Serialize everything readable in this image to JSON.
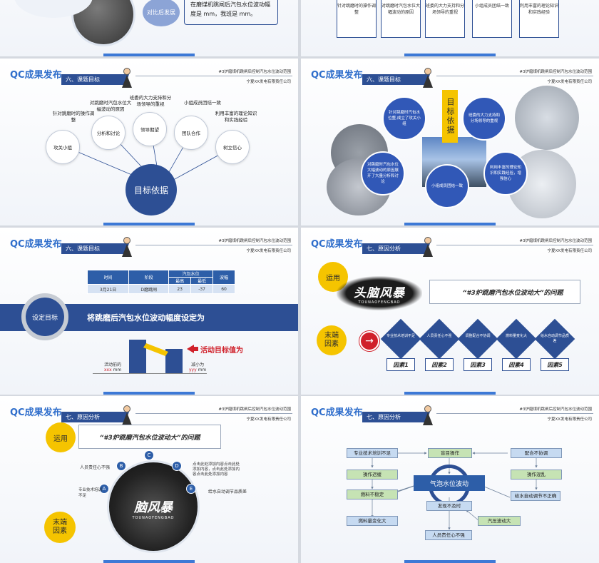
{
  "common": {
    "qc_title": "QC成果发布",
    "header_line1": "#3炉磨煤机跳闸后控制汽包水位波动范围",
    "header_line2": "宁夏XX发电有限责任公司"
  },
  "slide0": {
    "pill": "对比后发展",
    "text": "在磨煤机跳闸后汽包水位波动幅度是 mm，我班是 mm。"
  },
  "slide1": {
    "cards": [
      "针对跳磨时的操作调整",
      "对跳磨时汽包水位大幅波动的原因",
      "班委的大力支持和分场领导的重视",
      "小组成员团结一致",
      "利用丰富的理论知识和实践经验"
    ]
  },
  "slide2": {
    "section": "六、课题目标",
    "center": "目标依据",
    "labels": [
      "针对跳磨时的操作调整",
      "对跳磨时汽包水位大幅波动的原因",
      "班委的大力支持和分场领导的重视",
      "小组成员团结一致",
      "利用丰富的理论知识和实践经验"
    ],
    "nodes": [
      "攻关小组",
      "分析和讨论",
      "领导期望",
      "团队合作",
      "树立信心"
    ]
  },
  "slide3": {
    "section": "六、课题目标",
    "center": "目标依据",
    "circles": [
      "针对跳磨时汽包水位整,成立了攻关小组",
      "班委的大力支持和分场领导的重视",
      "对跳磨时汽包水位大幅波动的原因展开了大量分析和讨论",
      "小组成员团结一致",
      "利用丰富的理论知识和实践经验，增强信心"
    ]
  },
  "slide4": {
    "section": "六、课题目标",
    "table_headers": [
      "时间",
      "阶段",
      "汽包水位",
      "波幅"
    ],
    "table_sub": [
      "最高",
      "最低"
    ],
    "table_row": [
      "3月21日",
      "D磨跳闸",
      "23",
      "-37",
      "60"
    ],
    "set_label": "设定目标",
    "banner": "将跳磨后汽包水位波动幅度设定为",
    "target_label": "活动目标值为",
    "before_label": "活动前的",
    "before_value": "xxx",
    "after_label": "减小为",
    "after_value": "yyy",
    "unit": "mm"
  },
  "slide5": {
    "section": "七、原因分析",
    "badge1": "运用",
    "brainstorm": "头脑风暴",
    "brainstorm_pinyin": "TOUNAOFENGBAO",
    "question": "“#3炉跳磨汽包水位波动大”的问题",
    "badge2": "末端因素",
    "diamonds": [
      "专业技术培训不足",
      "人员责任心不强",
      "调整配合不协调",
      "燃料量变化大",
      "给水自动调节品质差"
    ],
    "factors": [
      "因素1",
      "因素2",
      "因素3",
      "因素4",
      "因素5"
    ]
  },
  "slide6": {
    "section": "七、原因分析",
    "badge1": "运用",
    "question": "“#3炉跳磨汽包水位波动大”的问题",
    "badge2": "末端因素",
    "letters": [
      "A",
      "B",
      "C",
      "D",
      "E"
    ],
    "left_items": [
      "人员责任心不强",
      "专业技术培训不足"
    ],
    "right_items": [
      "点击此处添加内容点击此处添加内容，点击此处添加内容点击此处添加内容",
      "给水自动调节品质差"
    ],
    "brainstorm": "脑风暴",
    "brainstorm_pinyin": "TOUNAOFENGBAO"
  },
  "slide7": {
    "section": "七、原因分析",
    "center": "气泡水位波动",
    "boxes": [
      "专业技术培训不足",
      "盲目操作",
      "配合不协调",
      "操作迟缓",
      "操作混乱",
      "燃料不稳定",
      "给水自动调节不正确",
      "燃料量变化大",
      "发现不及时",
      "汽压波动大",
      "人员责任心不强"
    ]
  },
  "colors": {
    "navy": "#2d4f94",
    "blue": "#3d79d6",
    "yellow": "#f5c400",
    "red": "#d0202a",
    "green": "#c6e3b4"
  }
}
